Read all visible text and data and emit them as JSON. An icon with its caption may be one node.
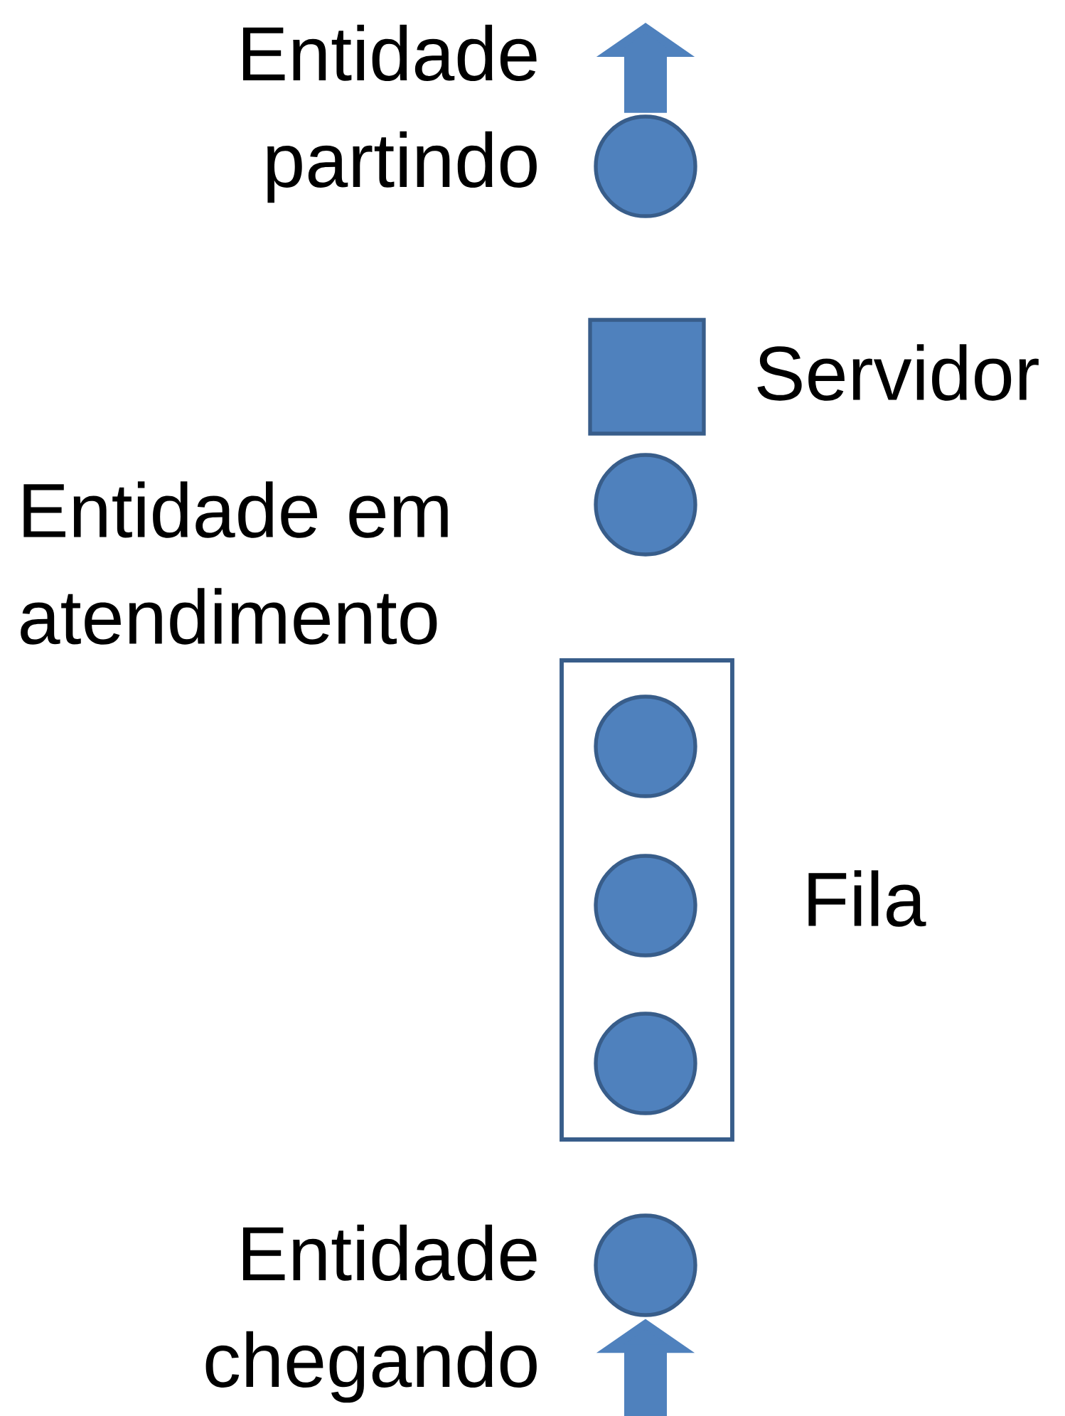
{
  "diagram": {
    "nodes": [
      {
        "text": [],
        "shape": "circle",
        "beside": [
          "Entidade partindo"
        ]
      },
      {
        "text": [],
        "shape": "box",
        "beside": [
          "Servidor"
        ]
      },
      {
        "text": [],
        "shape": "circle",
        "beside": [
          "Entidade em atendimento"
        ]
      },
      {
        "text": [],
        "shape": "box",
        "beside": [
          "Fila"
        ]
      },
      {
        "text": [],
        "shape": "circle",
        "in": 3
      },
      {
        "text": [],
        "shape": "circle",
        "in": 3
      },
      {
        "text": [],
        "shape": "circle",
        "in": 3
      },
      {
        "text": [],
        "shape": "circle",
        "beside": [
          "Entidade chegando"
        ]
      }
    ],
    "edges": [
      {
        "from": null,
        "to": 7,
        "arrow": "to"
      },
      {
        "from": 0,
        "to": null,
        "arrow": "to"
      }
    ]
  }
}
